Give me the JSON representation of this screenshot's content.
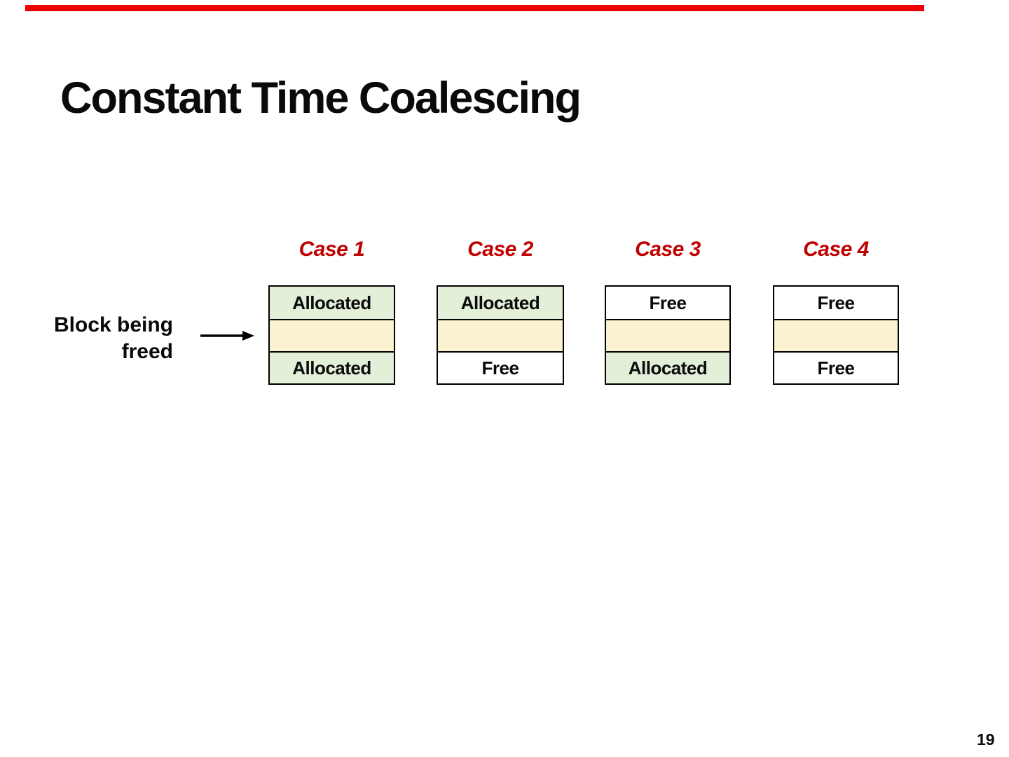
{
  "slide": {
    "title": "Constant Time Coalescing",
    "page_number": "19",
    "top_bar_color": "#ee0000"
  },
  "freed_label": {
    "line1": "Block being",
    "line2": "freed"
  },
  "colors": {
    "case_label": "#c00000",
    "allocated_fill": "#e2efd9",
    "freed_fill": "#fbf3cf",
    "free_fill": "#ffffff",
    "border": "#000000"
  },
  "cases": [
    {
      "label": "Case 1",
      "rows": [
        {
          "text": "Allocated",
          "fill": "#e2efd9"
        },
        {
          "text": "",
          "fill": "#fbf3cf"
        },
        {
          "text": "Allocated",
          "fill": "#e2efd9"
        }
      ]
    },
    {
      "label": "Case 2",
      "rows": [
        {
          "text": "Allocated",
          "fill": "#e2efd9"
        },
        {
          "text": "",
          "fill": "#fbf3cf"
        },
        {
          "text": "Free",
          "fill": "#ffffff"
        }
      ]
    },
    {
      "label": "Case 3",
      "rows": [
        {
          "text": "Free",
          "fill": "#ffffff"
        },
        {
          "text": "",
          "fill": "#fbf3cf"
        },
        {
          "text": "Allocated",
          "fill": "#e2efd9"
        }
      ]
    },
    {
      "label": "Case 4",
      "rows": [
        {
          "text": "Free",
          "fill": "#ffffff"
        },
        {
          "text": "",
          "fill": "#fbf3cf"
        },
        {
          "text": "Free",
          "fill": "#ffffff"
        }
      ]
    }
  ]
}
